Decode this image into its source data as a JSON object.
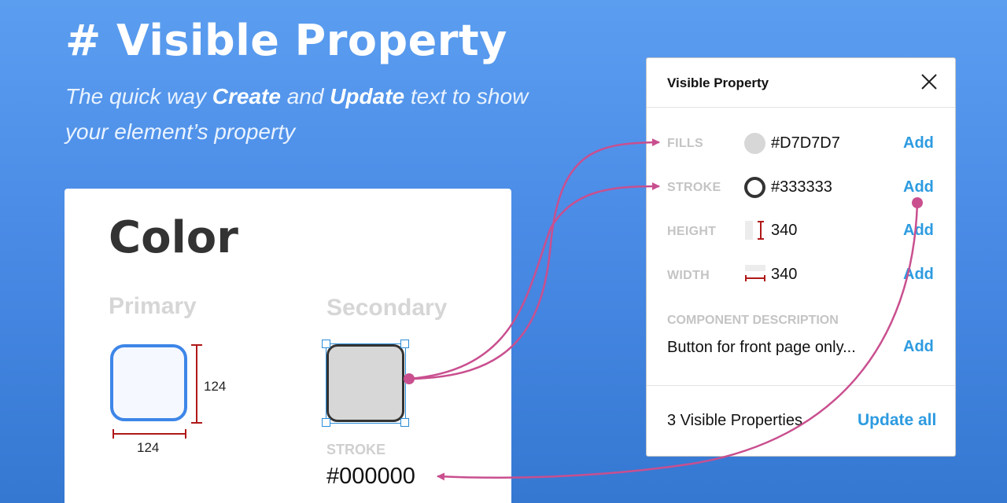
{
  "hero": {
    "title": "# Visible Property",
    "subtitle_pre": "The quick way ",
    "subtitle_create": "Create",
    "subtitle_mid": " and ",
    "subtitle_update": "Update",
    "subtitle_post": " text to show your element’s property"
  },
  "card": {
    "title": "Color",
    "primary_label": "Primary",
    "secondary_label": "Secondary",
    "primary_height": "124",
    "primary_width": "124",
    "stroke_caption": "STROKE",
    "stroke_value": "#000000"
  },
  "panel": {
    "title": "Visible Property",
    "rows": [
      {
        "label": "FILLS",
        "value": "#D7D7D7",
        "action": "Add",
        "icon": "fill-swatch-icon"
      },
      {
        "label": "STROKE",
        "value": "#333333",
        "action": "Add",
        "icon": "stroke-swatch-icon"
      },
      {
        "label": "HEIGHT",
        "value": "340",
        "action": "Add",
        "icon": "height-icon"
      },
      {
        "label": "WIDTH",
        "value": "340",
        "action": "Add",
        "icon": "width-icon"
      }
    ],
    "description_label": "COMPONENT DESCRIPTION",
    "description_text": "Button for front page only...",
    "description_action": "Add",
    "footer_count": "3 Visible Properties",
    "footer_action": "Update all"
  },
  "colors": {
    "accent_blue": "#2d9be0",
    "arrow_pink": "#c94f8f",
    "dimension_red": "#b01818",
    "selection_blue": "#2a8cd8"
  }
}
